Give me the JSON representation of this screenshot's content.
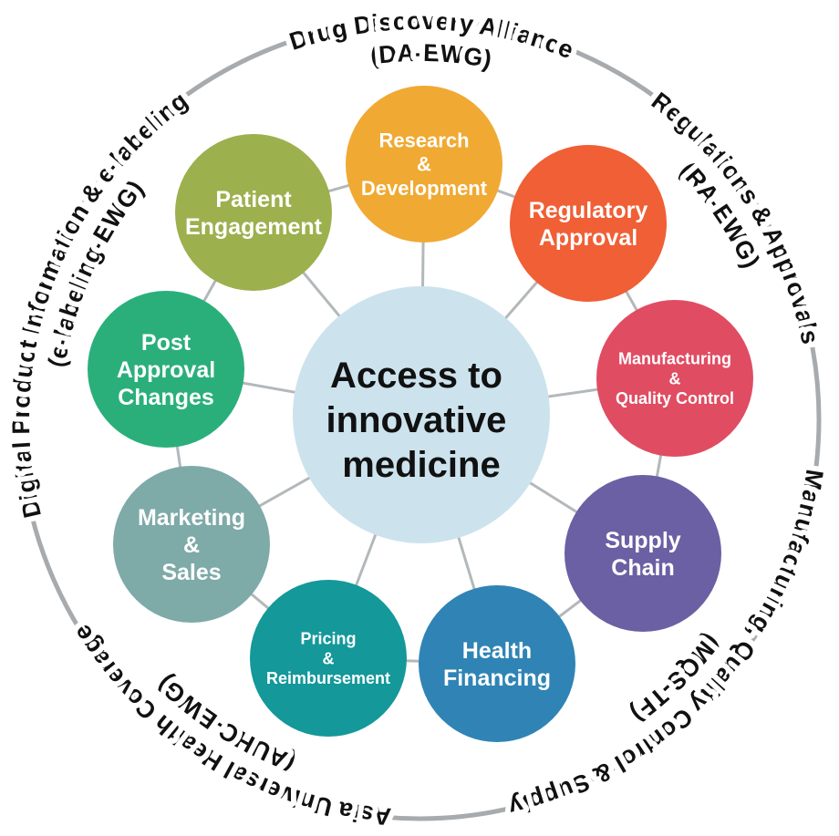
{
  "center": {
    "lines": [
      "Access to",
      "innovative",
      "medicine"
    ],
    "color": "#cce3ee"
  },
  "colors": {
    "connector": "#b3b8bb",
    "ring": "#a7abae"
  },
  "nodes": [
    {
      "id": "research-development",
      "lines": [
        "Research",
        "&",
        "Development"
      ],
      "color": "#f0a932"
    },
    {
      "id": "regulatory-approval",
      "lines": [
        "Regulatory",
        "Approval"
      ],
      "color": "#f05f35"
    },
    {
      "id": "manufacturing-quality-control",
      "lines": [
        "Manufacturing",
        "&",
        "Quality Control"
      ],
      "color": "#e04c62"
    },
    {
      "id": "supply-chain",
      "lines": [
        "Supply",
        "Chain"
      ],
      "color": "#6b60a3"
    },
    {
      "id": "health-financing",
      "lines": [
        "Health",
        "Financing"
      ],
      "color": "#2f84b5"
    },
    {
      "id": "pricing-reimbursement",
      "lines": [
        "Pricing",
        "&",
        "Reimbursement"
      ],
      "color": "#14989a"
    },
    {
      "id": "marketing-sales",
      "lines": [
        "Marketing",
        "&",
        "Sales"
      ],
      "color": "#7eaaa8"
    },
    {
      "id": "post-approval-changes",
      "lines": [
        "Post",
        "Approval",
        "Changes"
      ],
      "color": "#2aaf7b"
    },
    {
      "id": "patient-engagement",
      "lines": [
        "Patient",
        "Engagement"
      ],
      "color": "#9cb04e"
    }
  ],
  "ring_groups": [
    {
      "id": "da-ewg",
      "title": "Drug Discovery Alliance",
      "code": "(DA-EWG)"
    },
    {
      "id": "ra-ewg",
      "title": "Regulations & Approvals",
      "code": "(RA-EWG)"
    },
    {
      "id": "mqs-tf",
      "title": "Manufacturing, Quality Control & Supply",
      "code": "(MQS-TF)"
    },
    {
      "id": "auhc-ewg",
      "title": "Asia Universal Health Coverage",
      "code": "(AUHC-EWG)"
    },
    {
      "id": "e-labeling-ewg",
      "title": "Digital Product Information & e-labeling",
      "code": "(e-labeling-EWG)"
    }
  ]
}
